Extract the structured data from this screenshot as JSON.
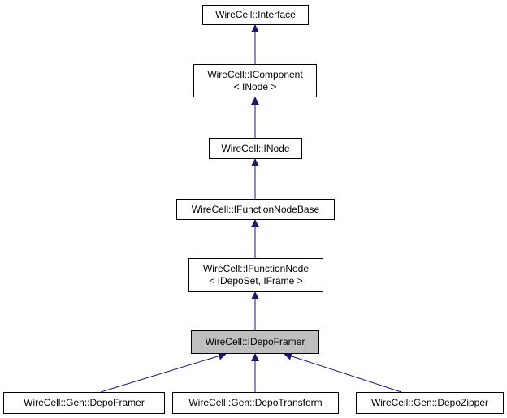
{
  "diagram": {
    "edge_color": "#191970",
    "highlight_fill": "#bfbfbf",
    "nodes": {
      "interface": {
        "line1": "WireCell::Interface"
      },
      "icomponent": {
        "line1": "WireCell::IComponent",
        "line2": "< INode >"
      },
      "inode": {
        "line1": "WireCell::INode"
      },
      "ifunctionnodebase": {
        "line1": "WireCell::IFunctionNodeBase"
      },
      "ifunctionnode": {
        "line1": "WireCell::IFunctionNode",
        "line2": "< IDepoSet, IFrame >"
      },
      "idepoframer": {
        "line1": "WireCell::IDepoFramer"
      },
      "depoframer": {
        "line1": "WireCell::Gen::DepoFramer"
      },
      "depotransform": {
        "line1": "WireCell::Gen::DepoTransform"
      },
      "depozipper": {
        "line1": "WireCell::Gen::DepoZipper"
      }
    }
  }
}
